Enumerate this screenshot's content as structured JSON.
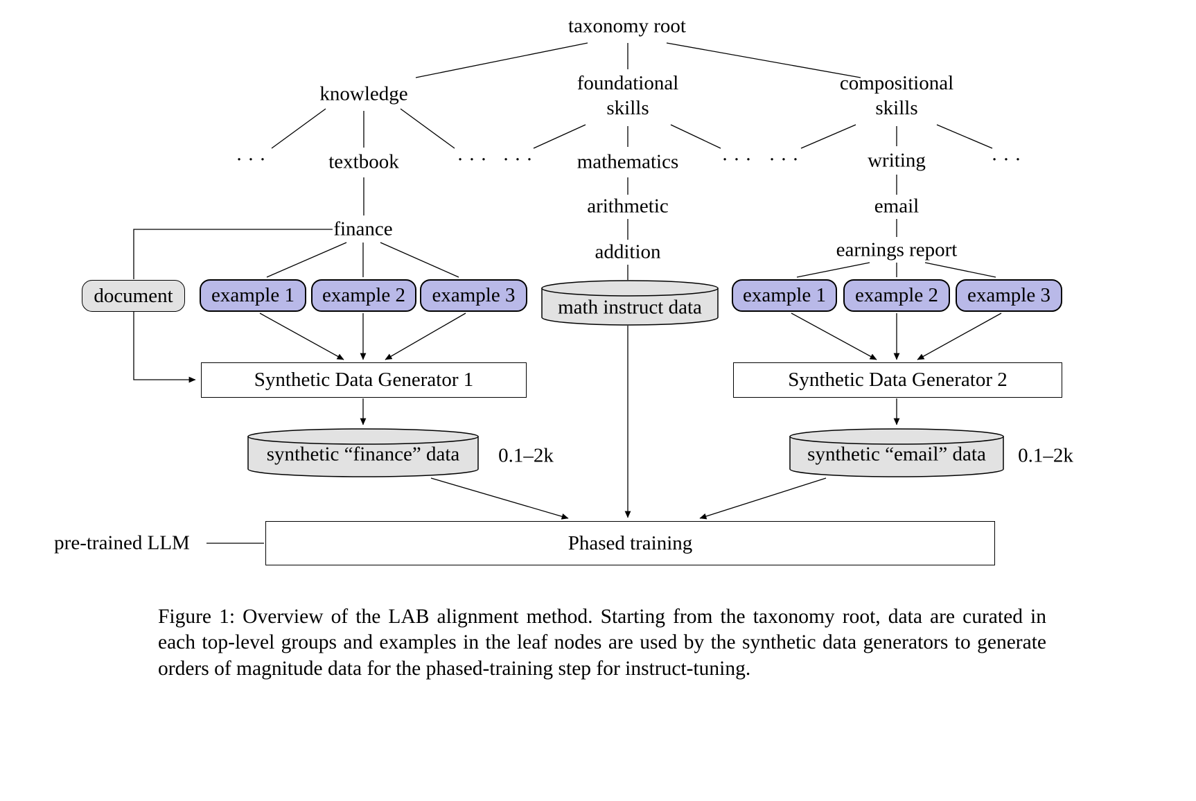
{
  "labels": {
    "ellipsis": "· · ·"
  },
  "tree": {
    "root": "taxonomy root",
    "knowledge": "knowledge",
    "foundational_skills": "foundational skills",
    "compositional_skills": "compositional skills",
    "textbook": "textbook",
    "mathematics": "mathematics",
    "writing": "writing",
    "finance": "finance",
    "arithmetic": "arithmetic",
    "addition": "addition",
    "email": "email",
    "earnings_report": "earnings report"
  },
  "nodes": {
    "document": "document",
    "examples": [
      "example 1",
      "example 2",
      "example 3"
    ],
    "math_instruct_data": "math instruct data",
    "sdg1": "Synthetic Data Generator 1",
    "sdg2": "Synthetic Data Generator 2",
    "synthetic_finance_data": "synthetic “finance” data",
    "synthetic_email_data": "synthetic “email” data",
    "size_left": "0.1–2k",
    "size_right": "0.1–2k",
    "phased_training": "Phased training",
    "pretrained_llm": "pre-trained LLM"
  },
  "colors": {
    "background": "#ffffff",
    "example_fill": "#b9b9e8",
    "gray_fill": "#e2e2e2",
    "line": "#000000"
  },
  "caption": "Figure 1: Overview of the LAB alignment method. Starting from the taxonomy root, data are curated in each top-level groups and examples in the leaf nodes are used by the synthetic data generators to generate orders of magnitude data for the phased-training step for instruct-tuning."
}
